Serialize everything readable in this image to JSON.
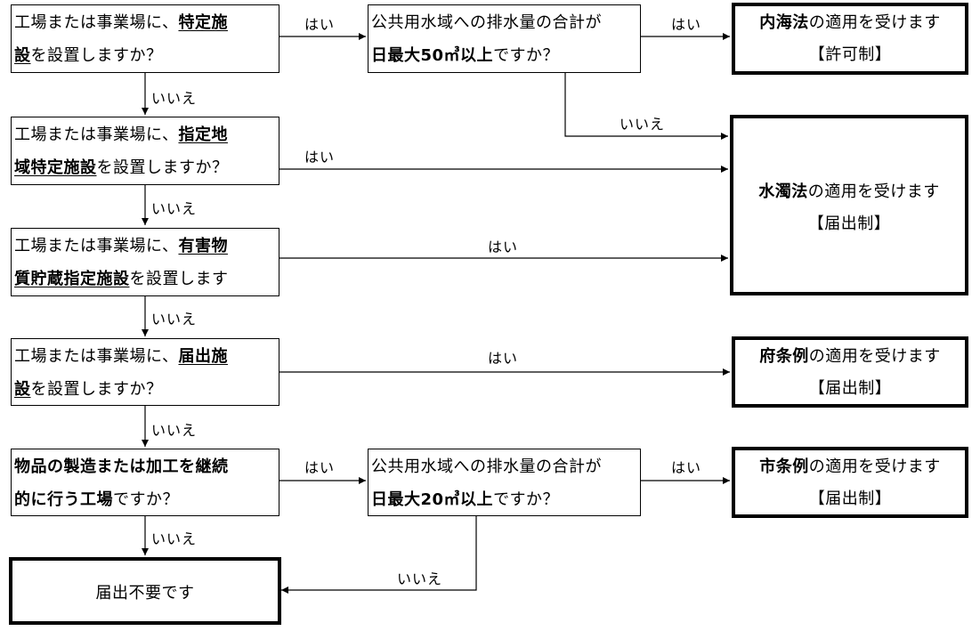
{
  "q1": {
    "t1": "工場または事業場に、",
    "t1b": "特定施",
    "t2b": "設",
    "t2": "を設置しますか？"
  },
  "q2": {
    "t1": "工場または事業場に、",
    "t1b": "指定地",
    "t2b": "域特定施設",
    "t2": "を設置しますか？"
  },
  "q3": {
    "t1": "工場または事業場に、",
    "t1b": "有害物",
    "t2b": "質貯蔵指定施設",
    "t2": "を設置します"
  },
  "q4": {
    "t1": "工場または事業場に、",
    "t1b": "届出施",
    "t2b": "設",
    "t2": "を設置しますか？"
  },
  "q5": {
    "t1b": "物品の製造または加工を継続",
    "t2b": "的に行う工場",
    "t2": "ですか？"
  },
  "v50": {
    "t1": "公共用水域への排水量の合計が",
    "t2b": "日最大50㎥以上",
    "t2": "ですか？"
  },
  "v20": {
    "t1": "公共用水域への排水量の合計が",
    "t2b": "日最大20㎥以上",
    "t2": "ですか？"
  },
  "r_naikai": {
    "t1b": "内海法",
    "t1": "の適用を受けます",
    "t2": "【許可制】"
  },
  "r_suidaku": {
    "t1b": "水濁法",
    "t1": "の適用を受けます",
    "t2": "【届出制】"
  },
  "r_fu": {
    "t1b": "府条例",
    "t1": "の適用を受けます",
    "t2": "【届出制】"
  },
  "r_shi": {
    "t1b": "市条例",
    "t1": "の適用を受けます",
    "t2": "【届出制】"
  },
  "r_none": {
    "t1": "届出不要です"
  },
  "labels": {
    "yes": "はい",
    "no": "いいえ"
  }
}
